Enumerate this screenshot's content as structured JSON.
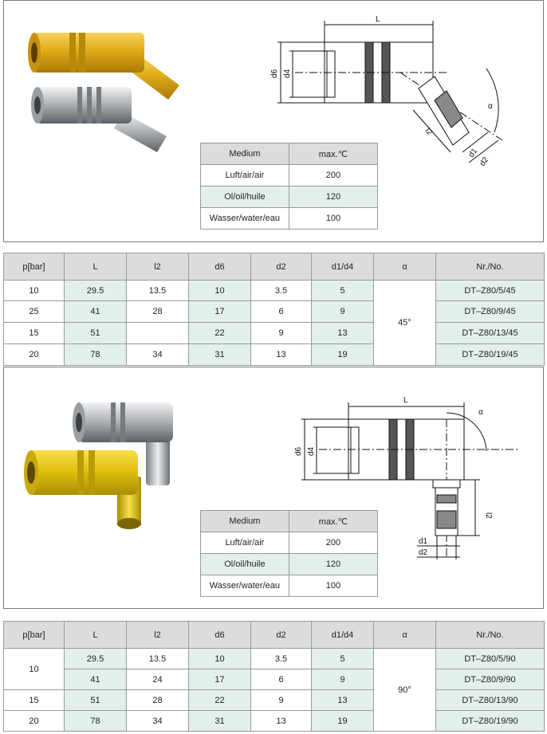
{
  "medium_table_1": {
    "header": {
      "medium": "Medium",
      "max": "max.℃"
    },
    "rows": [
      {
        "medium": "Luft/air/air",
        "max": "200"
      },
      {
        "medium": "Ol/oil/huile",
        "max": "120"
      },
      {
        "medium": "Wasser/water/eau",
        "max": "100"
      }
    ]
  },
  "drawing_1": {
    "L": "L",
    "d6": "d6",
    "d4": "d4",
    "l2": "l2",
    "d1": "d1",
    "d2": "d2",
    "alpha": "α"
  },
  "spec_table_1": {
    "headers": [
      "p[bar]",
      "L",
      "l2",
      "d6",
      "d2",
      "d1/d4",
      "α",
      "Nr./No."
    ],
    "alpha": "45°",
    "rows": [
      {
        "p": "10",
        "L": "29.5",
        "l2": "13.5",
        "d6": "10",
        "d2": "3.5",
        "d1d4": "5",
        "nr": "DT–Z80/5/45"
      },
      {
        "p": "25",
        "L": "41",
        "l2": "28",
        "d6": "17",
        "d2": "6",
        "d1d4": "9",
        "nr": "DT–Z80/9/45"
      },
      {
        "p": "15",
        "L": "51",
        "l2": "",
        "d6": "22",
        "d2": "9",
        "d1d4": "13",
        "nr": "DT–Z80/13/45"
      },
      {
        "p": "20",
        "L": "78",
        "l2": "34",
        "d6": "31",
        "d2": "13",
        "d1d4": "19",
        "nr": "DT–Z80/19/45"
      }
    ]
  },
  "medium_table_2": {
    "header": {
      "medium": "Medium",
      "max": "max.℃"
    },
    "rows": [
      {
        "medium": "Luft/air/air",
        "max": "200"
      },
      {
        "medium": "Ol/oil/huile",
        "max": "120"
      },
      {
        "medium": "Wasser/water/eau",
        "max": "100"
      }
    ]
  },
  "drawing_2": {
    "L": "L",
    "d6": "d6",
    "d4": "d4",
    "l2": "l2",
    "d1": "d1",
    "d2": "d2",
    "alpha": "α"
  },
  "spec_table_2": {
    "headers": [
      "p[bar]",
      "L",
      "l2",
      "d6",
      "d2",
      "d1/d4",
      "α",
      "Nr./No."
    ],
    "alpha": "90°",
    "p_merged_first": "10",
    "rows": [
      {
        "L": "29.5",
        "l2": "13.5",
        "d6": "10",
        "d2": "3.5",
        "d1d4": "5",
        "nr": "DT–Z80/5/90"
      },
      {
        "L": "41",
        "l2": "24",
        "d6": "17",
        "d2": "6",
        "d1d4": "9",
        "nr": "DT–Z80/9/90"
      },
      {
        "p": "15",
        "L": "51",
        "l2": "28",
        "d6": "22",
        "d2": "9",
        "d1d4": "13",
        "nr": "DT–Z80/13/90"
      },
      {
        "p": "20",
        "L": "78",
        "l2": "34",
        "d6": "31",
        "d2": "13",
        "d1d4": "19",
        "nr": "DT–Z80/19/90"
      }
    ]
  },
  "colors": {
    "header_gray": "#dcdcdc",
    "cell_green": "#e3f0ea",
    "brass_gold": "#d9a514",
    "chrome_silver": "#b8bcc0"
  }
}
